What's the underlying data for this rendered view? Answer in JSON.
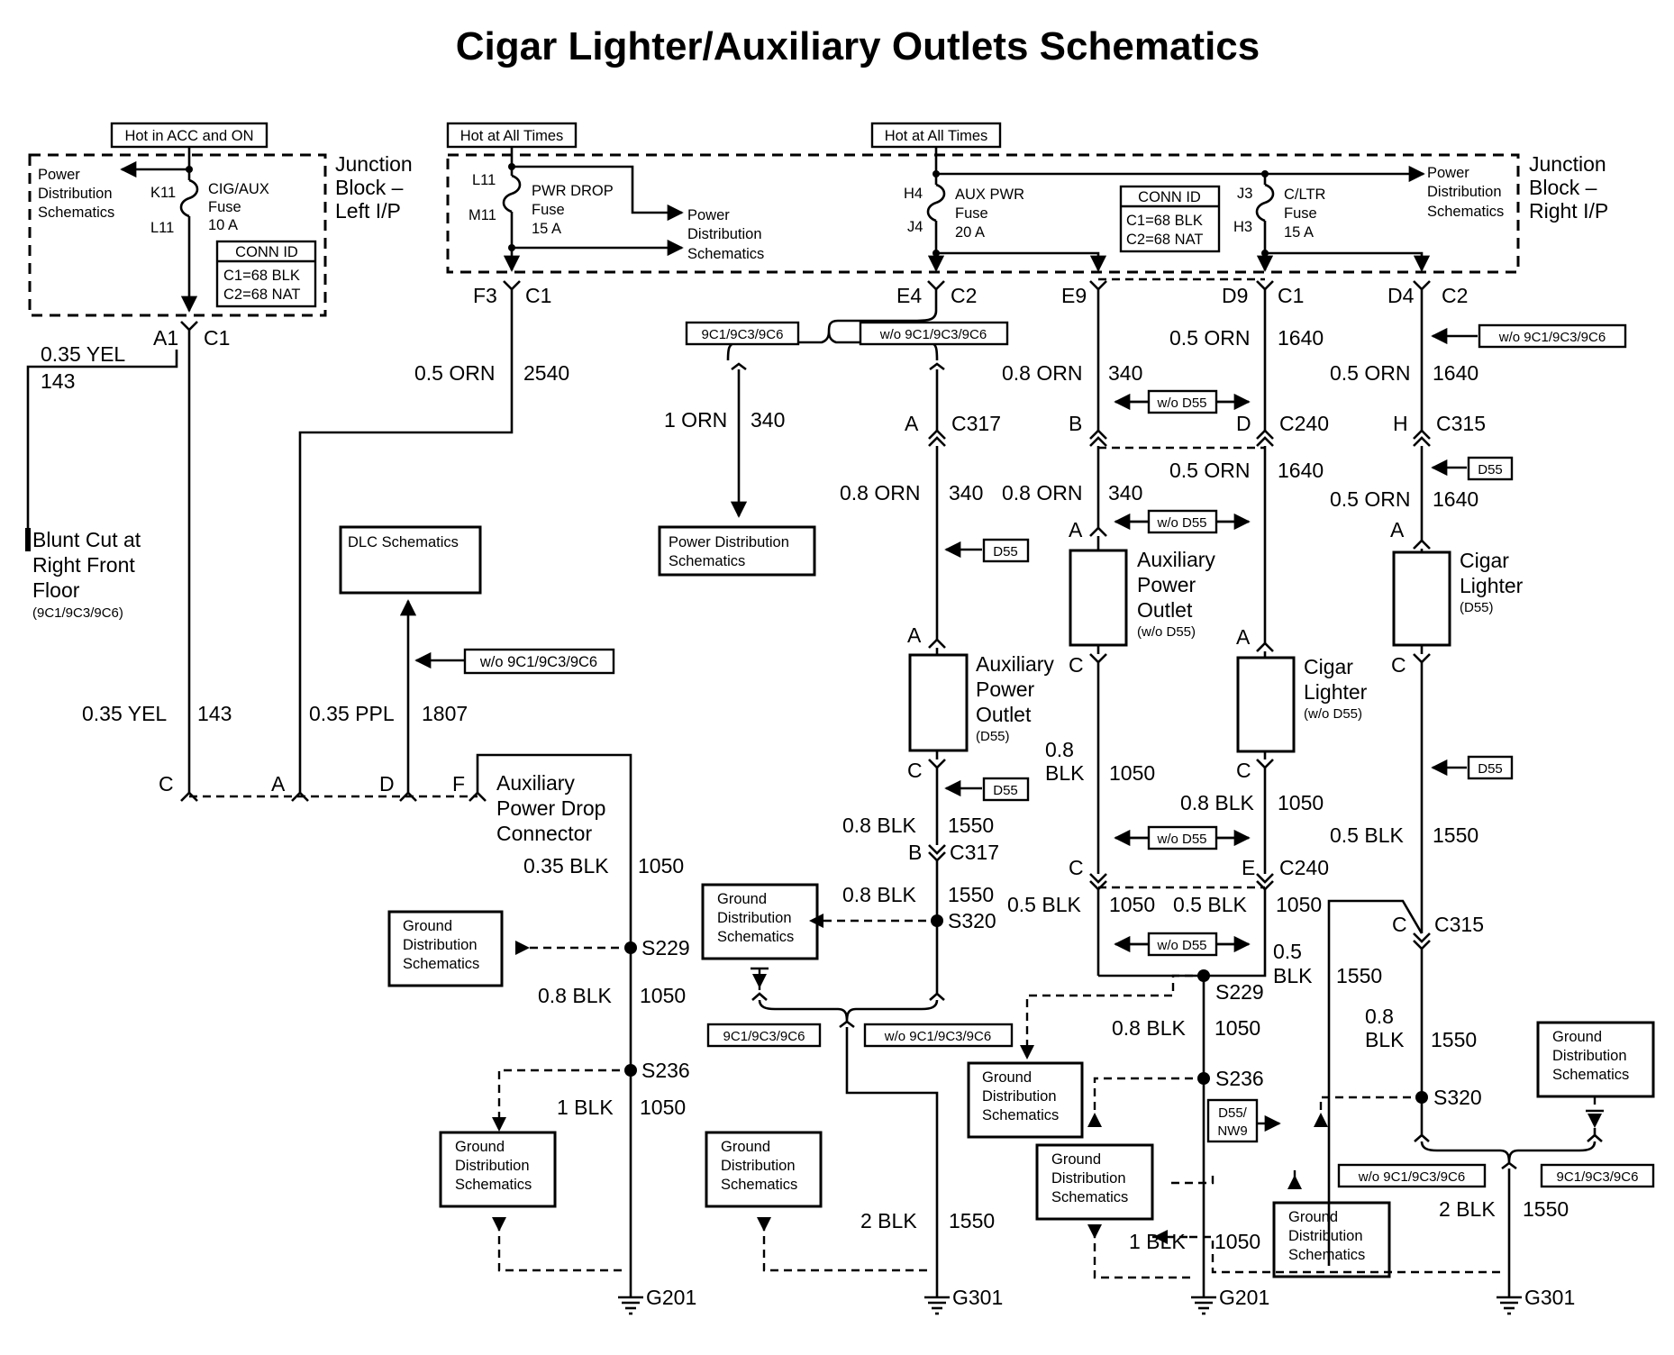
{
  "title": "Cigar Lighter/Auxiliary Outlets Schematics",
  "tags": {
    "hot_acc_on": "Hot in ACC and ON",
    "hot_all_1": "Hot at All Times",
    "hot_all_2": "Hot at All Times",
    "opt_9c1_a": "9C1/9C3/9C6",
    "opt_wo9c1_a": "w/o 9C1/9C3/9C6",
    "opt_wo9c1_right": "w/o 9C1/9C3/9C6",
    "opt_wo9c1_dlc": "w/o 9C1/9C3/9C6",
    "opt_9c1_b": "9C1/9C3/9C6",
    "opt_wo9c1_b": "w/o 9C1/9C3/9C6",
    "opt_wo9c1_c": "w/o 9C1/9C3/9C6",
    "opt_9c1_c": "9C1/9C3/9C6",
    "wo_d55_1": "w/o D55",
    "wo_d55_2": "w/o D55",
    "wo_d55_3": "w/o D55",
    "wo_d55_4": "w/o D55",
    "d55_1": "D55",
    "d55_2": "D55",
    "d55_3": "D55",
    "d55_4": "D55",
    "d55_nw9": [
      "D55/",
      "NW9"
    ]
  },
  "junction_left": {
    "label": [
      "Junction",
      "Block –",
      "Left I/P"
    ],
    "pd_link": [
      "Power",
      "Distribution",
      "Schematics"
    ],
    "pin_in": "K11",
    "pin_out": "L11",
    "fuse": [
      "CIG/AUX",
      "Fuse",
      "10 A"
    ],
    "conn_id": {
      "title": "CONN ID",
      "c1": "C1=68 BLK",
      "c2": "C2=68 NAT"
    }
  },
  "junction_right": {
    "label": [
      "Junction",
      "Block –",
      "Right I/P"
    ],
    "pwr_drop": {
      "pin_in": "L11",
      "pin_out": "M11",
      "fuse": [
        "PWR DROP",
        "Fuse",
        "15 A"
      ],
      "link": [
        "Power",
        "Distribution",
        "Schematics"
      ]
    },
    "aux_pwr": {
      "pin_in": "H4",
      "pin_out": "J4",
      "fuse": [
        "AUX PWR",
        "Fuse",
        "20 A"
      ]
    },
    "c_ltr": {
      "pin_in": "J3",
      "pin_out": "H3",
      "fuse": [
        "C/LTR",
        "Fuse",
        "15 A"
      ]
    },
    "pd_link": [
      "Power",
      "Distribution",
      "Schematics"
    ],
    "conn_id": {
      "title": "CONN ID",
      "c1": "C1=68 BLK",
      "c2": "C2=68 NAT"
    }
  },
  "connector_labels": {
    "a1": "A1",
    "c1_left": "C1",
    "f3": "F3",
    "c1_f3": "C1",
    "e4": "E4",
    "c2_e4": "C2",
    "e9": "E9",
    "d9": "D9",
    "c1_d9": "C1",
    "d4": "D4",
    "c2_d4": "C2",
    "a_c317": "A",
    "c317_top": "C317",
    "b_c240": "B",
    "d_c240": "D",
    "c240_top": "C240",
    "h_c315": "H",
    "c315_top": "C315",
    "a_aux1": "A",
    "c_aux1": "C",
    "a_aux2": "A",
    "c_aux2": "C",
    "a_cig1": "A",
    "c_cig1": "C",
    "a_cig2": "A",
    "c_cig2": "C",
    "b_c317": "B",
    "c317_bot": "C317",
    "c_c240": "C",
    "e_c240": "E",
    "c240_bot": "C240",
    "c_c315": "C",
    "c315_bot": "C315",
    "apd_c": "C",
    "apd_a": "A",
    "apd_d": "D",
    "apd_f": "F"
  },
  "wires": {
    "w_yel_1": {
      "gauge": "0.35 YEL",
      "circuit": "143"
    },
    "w_yel_2": {
      "gauge": "0.35 YEL",
      "circuit": "143"
    },
    "w_orn_2540": {
      "gauge": "0.5 ORN",
      "circuit": "2540"
    },
    "w_ppl": {
      "gauge": "0.35 PPL",
      "circuit": "1807"
    },
    "w_1orn": {
      "gauge": "1 ORN",
      "circuit": "340"
    },
    "w_08orn_a": {
      "gauge": "0.8 ORN",
      "circuit": "340"
    },
    "w_08orn_b": {
      "gauge": "0.8 ORN",
      "circuit": "340"
    },
    "w_08orn_c": {
      "gauge": "0.8 ORN",
      "circuit": "340"
    },
    "w_05orn_1640a": {
      "gauge": "0.5 ORN",
      "circuit": "1640"
    },
    "w_05orn_1640b": {
      "gauge": "0.5 ORN",
      "circuit": "1640"
    },
    "w_05orn_1640c": {
      "gauge": "0.5 ORN",
      "circuit": "1640"
    },
    "w_05orn_1640d": {
      "gauge": "0.5 ORN",
      "circuit": "1640"
    },
    "w_035blk": {
      "gauge": "0.35 BLK",
      "circuit": "1050"
    },
    "w_08blk_1050a": {
      "gauge": "0.8 BLK",
      "circuit": "1050"
    },
    "w_1blk_1050a": {
      "gauge": "1 BLK",
      "circuit": "1050"
    },
    "w_08blk_1550a": {
      "gauge": "0.8 BLK",
      "circuit": "1550"
    },
    "w_08blk_1550b": {
      "gauge": "0.8 BLK",
      "circuit": "1550"
    },
    "w_2blk_1550a": {
      "gauge": "2 BLK",
      "circuit": "1550"
    },
    "w_08blk_1050b": {
      "gauge": [
        "0.8",
        "BLK"
      ],
      "circuit": "1050"
    },
    "w_08blk_1050c": {
      "gauge": "0.8 BLK",
      "circuit": "1050"
    },
    "w_05blk_1050a": {
      "gauge": "0.5 BLK",
      "circuit": "1050"
    },
    "w_05blk_1050b": {
      "gauge": "0.5 BLK",
      "circuit": "1050"
    },
    "w_05blk_1550": {
      "gauge": [
        "0.5",
        "BLK"
      ],
      "circuit": "1550"
    },
    "w_08blk_1050d": {
      "gauge": "0.8 BLK",
      "circuit": "1050"
    },
    "w_1blk_1050b": {
      "gauge": "1 BLK",
      "circuit": "1050"
    },
    "w_05blk_1550r": {
      "gauge": "0.5 BLK",
      "circuit": "1550"
    },
    "w_08blk_1550r": {
      "gauge": [
        "0.8",
        "BLK"
      ],
      "circuit": "1550"
    },
    "w_2blk_1550b": {
      "gauge": "2 BLK",
      "circuit": "1550"
    }
  },
  "components": {
    "blunt_cut": {
      "label": [
        "Blunt Cut at",
        "Right Front",
        "Floor"
      ],
      "option": "(9C1/9C3/9C6)"
    },
    "dlc": "DLC Schematics",
    "pd_box": [
      "Power Distribution",
      "Schematics"
    ],
    "aux_outlet_1": {
      "label": [
        "Auxiliary",
        "Power",
        "Outlet"
      ],
      "option": "(D55)"
    },
    "aux_outlet_2": {
      "label": [
        "Auxiliary",
        "Power",
        "Outlet"
      ],
      "option": "(w/o D55)"
    },
    "cig_1": {
      "label": [
        "Cigar",
        "Lighter"
      ],
      "option": "(w/o D55)"
    },
    "cig_2": {
      "label": [
        "Cigar",
        "Lighter"
      ],
      "option": "(D55)"
    },
    "apd": [
      "Auxiliary",
      "Power Drop",
      "Connector"
    ]
  },
  "ground_boxes": [
    [
      "Ground",
      "Distribution",
      "Schematics"
    ],
    [
      "Ground",
      "Distribution",
      "Schematics"
    ],
    [
      "Ground",
      "Distribution",
      "Schematics"
    ],
    [
      "Ground",
      "Distribution",
      "Schematics"
    ],
    [
      "Ground",
      "Distribution",
      "Schematics"
    ],
    [
      "Ground",
      "Distribution",
      "Schematics"
    ],
    [
      "Ground",
      "Distribution",
      "Schematics"
    ],
    [
      "Ground",
      "Distribution",
      "Schematics"
    ]
  ],
  "splices": {
    "s229_l": "S229",
    "s236_l": "S236",
    "s320_l": "S320",
    "s229_r": "S229",
    "s236_r": "S236",
    "s320_r": "S320"
  },
  "grounds": {
    "g201_l": "G201",
    "g301_l": "G301",
    "g201_r": "G201",
    "g301_r": "G301"
  }
}
